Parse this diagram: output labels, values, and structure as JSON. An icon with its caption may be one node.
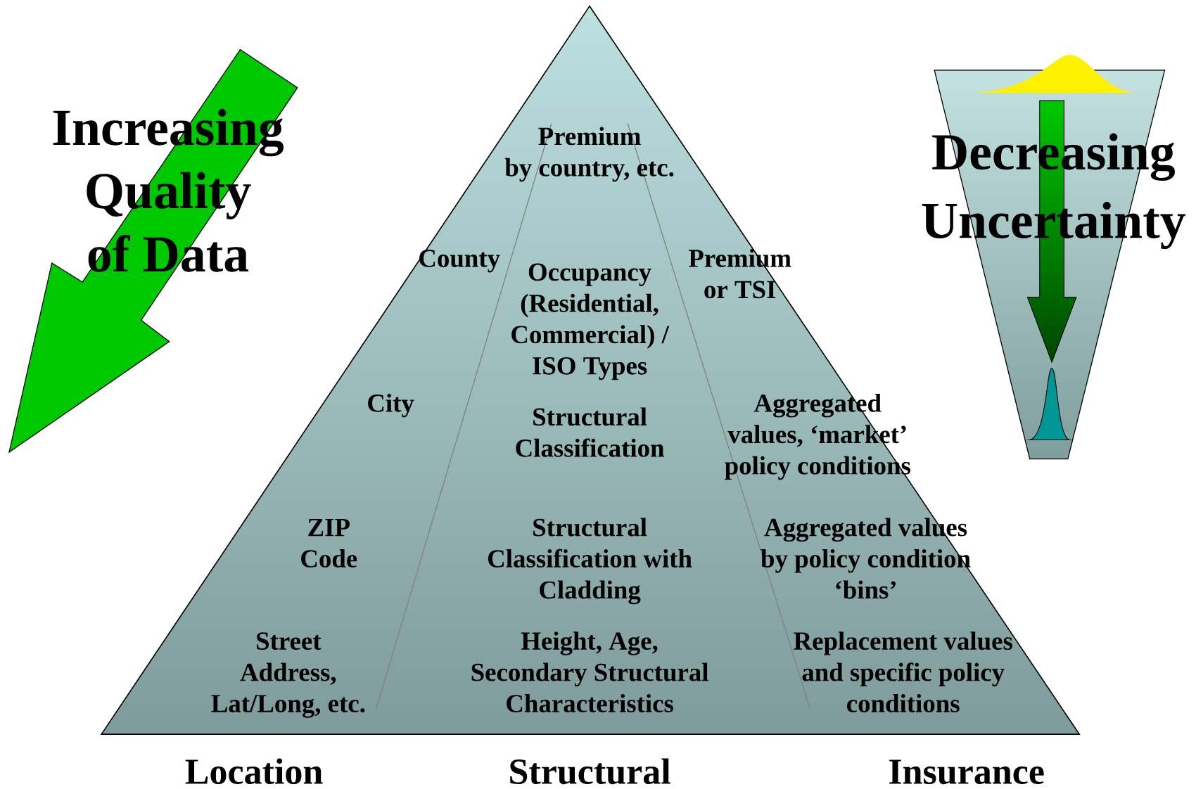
{
  "diagram": {
    "labels": [
      "Increasing Quality of Data",
      "Decreasing Uncertainty",
      "Premium by country, etc.",
      "County",
      "Occupancy (Residential, Commercial) / ISO Types",
      "Premium or TSI",
      "City",
      "Structural Classification",
      "Aggregated values, ‘market’ policy conditions",
      "ZIP Code",
      "Structural Classification with Cladding",
      "Aggregated values by policy condition ‘bins’",
      "Street Address, Lat/Long, etc.",
      "Height, Age, Secondary Structural Characteristics",
      "Replacement values and specific policy conditions",
      "Location",
      "Structural",
      "Insurance"
    ]
  }
}
